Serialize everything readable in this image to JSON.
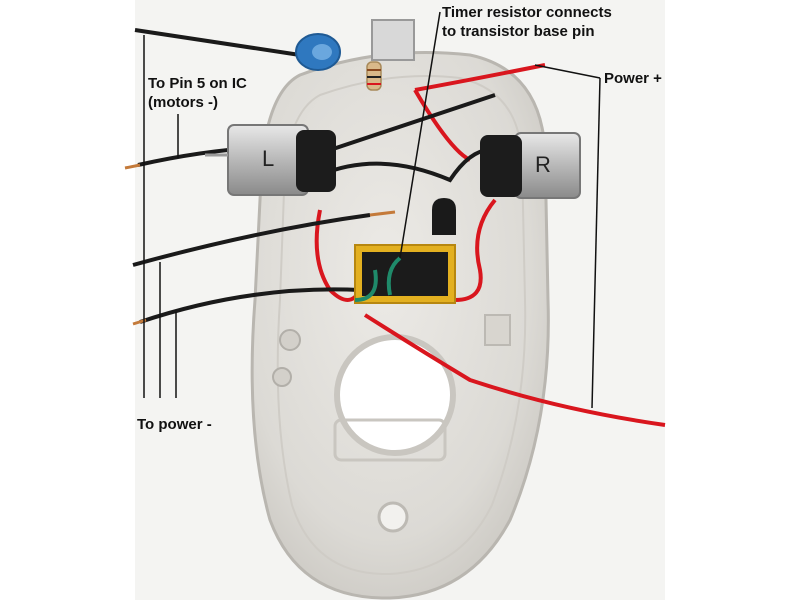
{
  "labels": {
    "timer_resistor": [
      "Timer resistor connects",
      "to transistor base pin"
    ],
    "power_plus": "Power +",
    "pin5": [
      "To Pin 5 on IC",
      "(motors -)"
    ],
    "power_minus": "To power -"
  },
  "motors": {
    "left_mark": "L",
    "right_mark": "R"
  },
  "colors": {
    "background": "#ffffff",
    "housing": "#e2e0dc",
    "red_wire": "#d9161e",
    "black_wire": "#1a1a1a",
    "copper": "#c47a3a",
    "ic_yellow": "#e3b020",
    "capacitor": "#2f78bf",
    "leader_line": "#111111"
  }
}
